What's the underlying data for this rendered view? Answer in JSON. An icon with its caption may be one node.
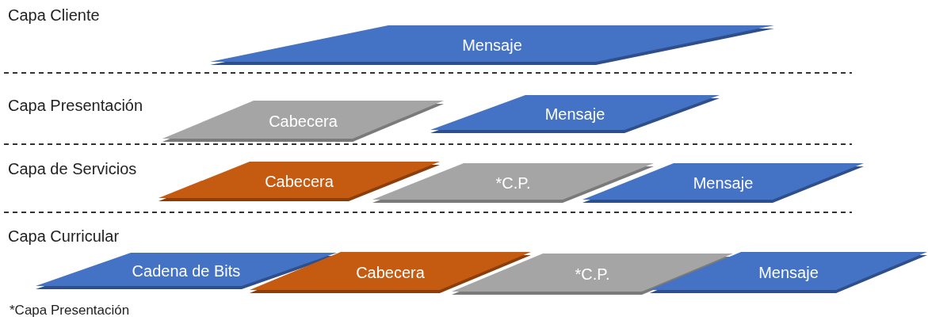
{
  "diagram": {
    "nodes": [
      {
        "text": [
          "Mensaje"
        ]
      },
      {
        "text": [
          "Cabecera"
        ]
      },
      {
        "text": [
          "Mensaje"
        ]
      },
      {
        "text": [
          "Cabecera"
        ]
      },
      {
        "text": [
          "*C.P."
        ]
      },
      {
        "text": [
          "Mensaje"
        ]
      },
      {
        "text": [
          "Cadena de Bits"
        ]
      },
      {
        "text": [
          "Cabecera"
        ]
      },
      {
        "text": [
          "*C.P."
        ]
      },
      {
        "text": [
          "Mensaje"
        ]
      }
    ],
    "labels": [
      "Capa Cliente",
      "Capa Presentación",
      "Capa de Servicios",
      "Capa Curricular",
      "*Capa Presentación"
    ]
  }
}
